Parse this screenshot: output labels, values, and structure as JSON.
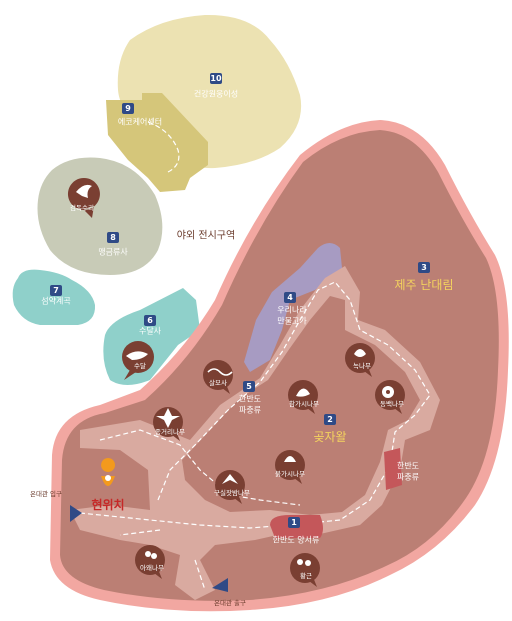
{
  "zones": {
    "z10": {
      "num": "10",
      "name": "건강원웅이성"
    },
    "z9": {
      "num": "9",
      "name": "에코케어센터"
    },
    "z8": {
      "num": "8",
      "name": "맹금류사"
    },
    "z8_animal": "검독수리",
    "outdoor": "야외 전시구역",
    "z7": {
      "num": "7",
      "name": "섬약계곡"
    },
    "z6": {
      "num": "6",
      "name": "수달사"
    },
    "z6_animal": "수달",
    "z4": {
      "num": "4",
      "name_line1": "우리나라",
      "name_line2": "만물고가"
    },
    "z3": {
      "num": "3",
      "name": "제주 난대림"
    },
    "z5": {
      "num": "5",
      "name_line1": "한반도",
      "name_line2": "파충류"
    },
    "z2": {
      "num": "2",
      "name": "곶자왈"
    },
    "z1": {
      "num": "1",
      "name": "한반도 양서류"
    },
    "reptile_right_line1": "한반도",
    "reptile_right_line2": "파충류"
  },
  "plants": {
    "p_salmosa": "살모사",
    "p_nokna": "녹나무",
    "p_dongbaek": "동백나무",
    "p_chamgasi": "참가시나무",
    "p_jonggeori": "종거리나무",
    "p_bulgasi": "붉가시나무",
    "p_gusil": "구실잣밤나무",
    "p_ajaen": "아왜나무",
    "p_hwangeun": "황근"
  },
  "markers": {
    "current": "현위치",
    "entrance": "온대관 입구",
    "exit": "온대관 출구"
  },
  "colors": {
    "outer_pink": "#f2a7a1",
    "inner_brown": "#bb7f74",
    "path_light": "#d9aaa0",
    "dark_marker": "#7a3f32",
    "badge": "#2f4a86",
    "beige": "#ece2b2",
    "olive": "#d5c67a",
    "sage": "#c8cbb7",
    "teal": "#8fd0ca",
    "purple": "#a79bc2",
    "current_orange": "#f39a1d",
    "current_text": "#c62828"
  }
}
